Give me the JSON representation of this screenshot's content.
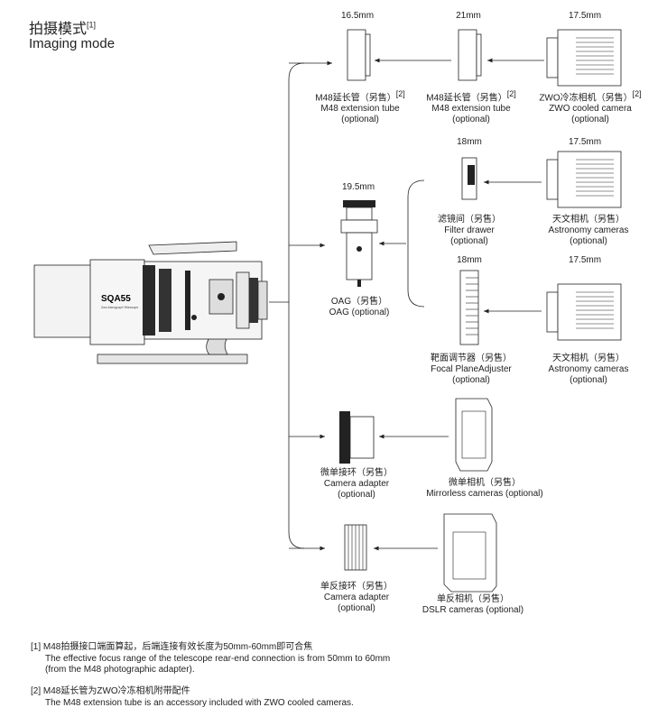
{
  "header": {
    "title_zh": "拍摄模式",
    "title_sup": "[1]",
    "title_en": "Imaging mode"
  },
  "telescope": {
    "brand": "SQA55",
    "subtitle": "Zwo Astrograph Telescope"
  },
  "rows": {
    "row1": {
      "ext1": {
        "dim": "16.5mm",
        "zh": "M48延长管（另售）",
        "sup": "[2]",
        "en1": "M48 extension tube",
        "en2": "(optional)"
      },
      "ext2": {
        "dim": "21mm",
        "zh": "M48延长管（另售）",
        "sup": "[2]",
        "en1": "M48 extension tube",
        "en2": "(optional)"
      },
      "cam": {
        "dim": "17.5mm",
        "zh": "ZWO冷冻相机（另售）",
        "sup": "[2]",
        "en1": "ZWO cooled camera",
        "en2": "(optional)"
      }
    },
    "row2": {
      "oag": {
        "dim": "19.5mm",
        "zh": "OAG（另售）",
        "en1": "OAG (optional)"
      },
      "filter": {
        "dim": "18mm",
        "zh": "滤镜间（另售）",
        "en1": "Filter drawer",
        "en2": "(optional)"
      },
      "cam_a": {
        "dim": "17.5mm",
        "zh": "天文相机（另售）",
        "en1": "Astronomy cameras",
        "en2": "(optional)"
      },
      "fpa": {
        "dim": "18mm",
        "zh": "靶面调节器（另售）",
        "en1": "Focal PlaneAdjuster",
        "en2": "(optional)"
      },
      "cam_b": {
        "dim": "17.5mm",
        "zh": "天文相机（另售）",
        "en1": "Astronomy cameras",
        "en2": "(optional)"
      }
    },
    "row3": {
      "adapter": {
        "zh": "微单接环（另售）",
        "en1": "Camera adapter",
        "en2": "(optional)"
      },
      "mirrorless": {
        "zh": "微单相机（另售）",
        "en1": "Mirrorless cameras (optional)"
      }
    },
    "row4": {
      "adapter": {
        "zh": "单反接环（另售）",
        "en1": "Camera adapter",
        "en2": "(optional)"
      },
      "dslr": {
        "zh": "单反相机（另售）",
        "en1": "DSLR cameras (optional)"
      }
    }
  },
  "footnotes": {
    "n1_zh": "[1] M48拍摄接口端面算起，后端连接有效长度为50mm-60mm即可合焦",
    "n1_en1": "The effective focus range of the telescope rear-end connection is from 50mm to 60mm",
    "n1_en2": "(from the M48 photographic adapter).",
    "n2_zh": "[2] M48延长管为ZWO冷冻相机附带配件",
    "n2_en": "The M48 extension tube is an accessory included with ZWO cooled cameras."
  },
  "colors": {
    "line": "#222222",
    "body": "#f2f2f2",
    "dark": "#1a1a1a"
  }
}
